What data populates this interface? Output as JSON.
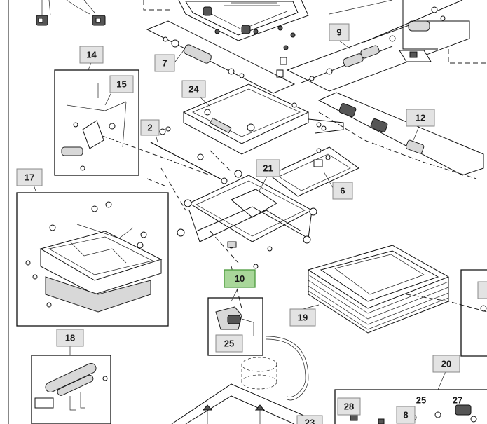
{
  "callouts": {
    "c14": "14",
    "c15": "15",
    "c7": "7",
    "c24": "24",
    "c9": "9",
    "c12": "12",
    "c2": "2",
    "c21": "21",
    "c6": "6",
    "c17": "17",
    "c10": "10",
    "c25a": "25",
    "c19": "19",
    "c18": "18",
    "c20": "20",
    "c28": "28",
    "c8": "8",
    "c25b": "25",
    "c27": "27",
    "c23": "23"
  },
  "colors": {
    "callout_fill": "#e3e3e3",
    "callout_highlight_fill": "#a9d79a",
    "line": "#111111"
  },
  "highlighted_callout": "10"
}
